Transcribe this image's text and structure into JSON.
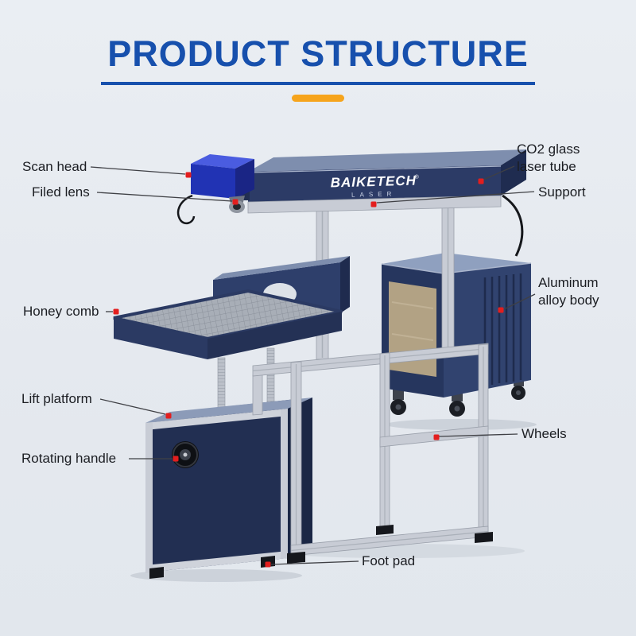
{
  "header": {
    "title": "PRODUCT STRUCTURE"
  },
  "machine": {
    "brand": "BAIKETECH",
    "brand_mark": "®",
    "brand_subtitle": "LASER"
  },
  "colors": {
    "background": "#e7ebf1",
    "title_blue": "#1750ad",
    "accent_orange": "#f6a41c",
    "marker_red": "#e31e1e",
    "machine_navy": "#2b3a63",
    "aluminum_gray": "#c8ccd5"
  },
  "labels": {
    "scan_head": "Scan head",
    "filed_lens": "Filed lens",
    "honey_comb": "Honey comb",
    "lift_platform": "Lift platform",
    "rotating_handle": "Rotating handle",
    "foot_pad": "Foot pad",
    "co2_glass_laser_tube": "CO2 glass laser tube",
    "support": "Support",
    "aluminum_alloy_body": "Aluminum alloy body",
    "wheels": "Wheels"
  }
}
